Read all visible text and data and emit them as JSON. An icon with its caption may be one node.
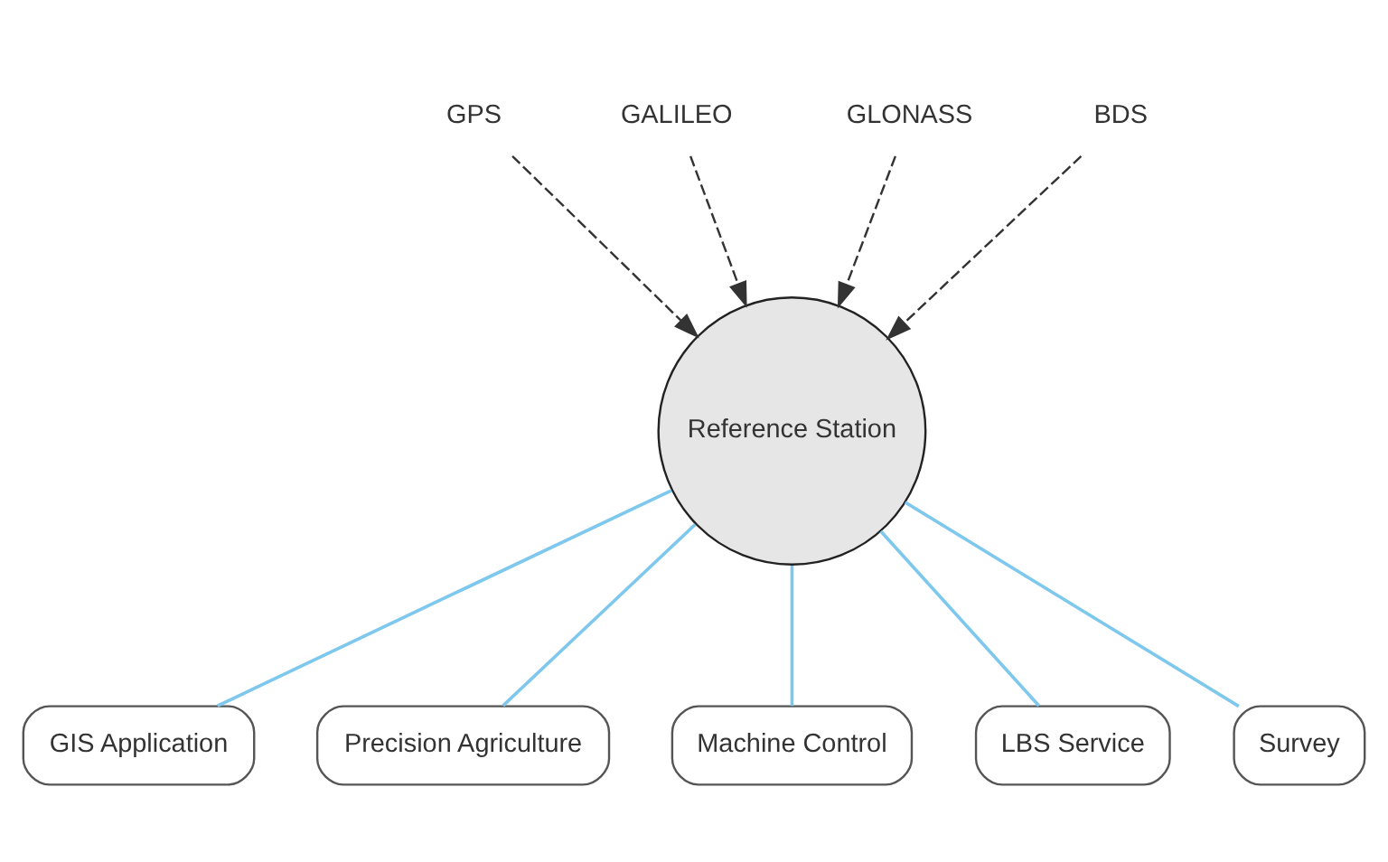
{
  "diagram": {
    "nodes": [
      {
        "text": [
          "GPS"
        ]
      },
      {
        "text": [
          "GALILEO"
        ]
      },
      {
        "text": [
          "GLONASS"
        ]
      },
      {
        "text": [
          "BDS"
        ]
      },
      {
        "text": [
          "Reference Station"
        ]
      },
      {
        "text": [
          "GIS Application"
        ]
      },
      {
        "text": [
          "Precision Agriculture"
        ]
      },
      {
        "text": [
          "Machine Control"
        ]
      },
      {
        "text": [
          "LBS Service"
        ]
      },
      {
        "text": [
          "Survey"
        ]
      }
    ],
    "edges": [
      {
        "from": 0,
        "to": 4,
        "arrow": "to",
        "style": "dashed",
        "color": "#333333"
      },
      {
        "from": 1,
        "to": 4,
        "arrow": "to",
        "style": "dashed",
        "color": "#333333"
      },
      {
        "from": 2,
        "to": 4,
        "arrow": "to",
        "style": "dashed",
        "color": "#333333"
      },
      {
        "from": 3,
        "to": 4,
        "arrow": "to",
        "style": "dashed",
        "color": "#333333"
      },
      {
        "from": 4,
        "to": 5,
        "arrow": "none"
      },
      {
        "from": 4,
        "to": 6,
        "arrow": "none"
      },
      {
        "from": 4,
        "to": 7,
        "arrow": "none"
      },
      {
        "from": 4,
        "to": 8,
        "arrow": "none"
      },
      {
        "from": 4,
        "to": 9,
        "arrow": "none"
      }
    ]
  }
}
